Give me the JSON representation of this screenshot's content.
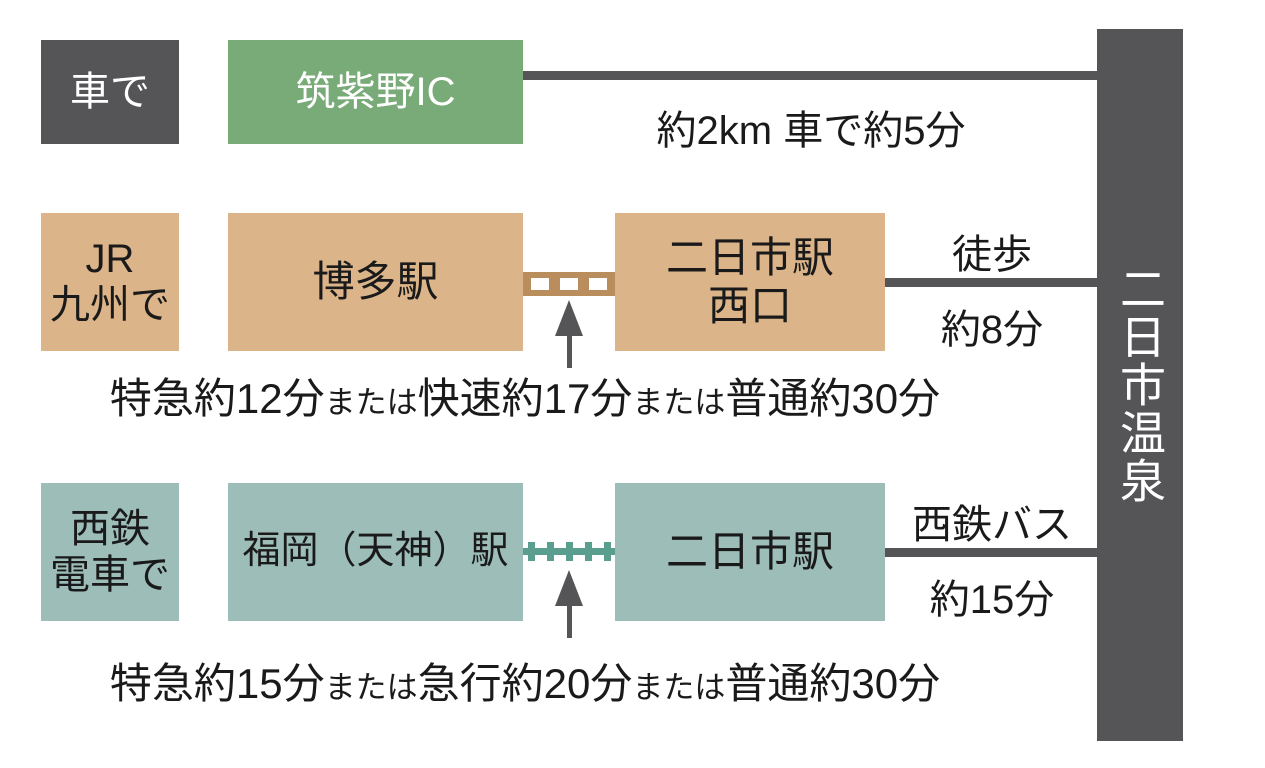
{
  "destination": {
    "name": "二日市温泉"
  },
  "colors": {
    "dark_gray": "#555558",
    "green": "#78ab78",
    "tan": "#dcb489",
    "teal": "#9dbdb8",
    "rail_jr": "#b98d5c",
    "rail_nishitetsu": "#5a9e90",
    "text": "#1a1a1a",
    "background": "#ffffff"
  },
  "routes": [
    {
      "id": "car",
      "mode_label": "車で",
      "nodes": [
        {
          "id": "chikushino-ic",
          "label": "筑紫野IC"
        }
      ],
      "final_leg": {
        "above": "約2km 車で約5分",
        "below": ""
      },
      "mid_leg": null,
      "caption": null
    },
    {
      "id": "jr-kyushu",
      "mode_label": "JR\n九州で",
      "nodes": [
        {
          "id": "hakata-station",
          "label": "博多駅"
        },
        {
          "id": "futsukaichi-station-west",
          "label": "二日市駅\n西口"
        }
      ],
      "mid_leg": {
        "style": "jr-rail",
        "arrow": "up"
      },
      "final_leg": {
        "above": "徒歩",
        "below": "約8分"
      },
      "caption": {
        "parts": [
          {
            "text": "特急約12分",
            "small": false
          },
          {
            "text": "または",
            "small": true
          },
          {
            "text": "快速約17分",
            "small": false
          },
          {
            "text": "または",
            "small": true
          },
          {
            "text": "普通約30分",
            "small": false
          }
        ],
        "full_text": "特急約12分または快速約17分または普通約30分"
      }
    },
    {
      "id": "nishitetsu",
      "mode_label": "西鉄\n電車で",
      "nodes": [
        {
          "id": "fukuoka-tenjin-station",
          "label": "福岡（天神）駅"
        },
        {
          "id": "futsukaichi-station",
          "label": "二日市駅"
        }
      ],
      "mid_leg": {
        "style": "nishitetsu-rail",
        "arrow": "up"
      },
      "final_leg": {
        "above": "西鉄バス",
        "below": "約15分"
      },
      "caption": {
        "parts": [
          {
            "text": "特急約15分",
            "small": false
          },
          {
            "text": "または",
            "small": true
          },
          {
            "text": "急行約20分",
            "small": false
          },
          {
            "text": "または",
            "small": true
          },
          {
            "text": "普通約30分",
            "small": false
          }
        ],
        "full_text": "特急約15分または急行約20分または普通約30分"
      }
    }
  ]
}
